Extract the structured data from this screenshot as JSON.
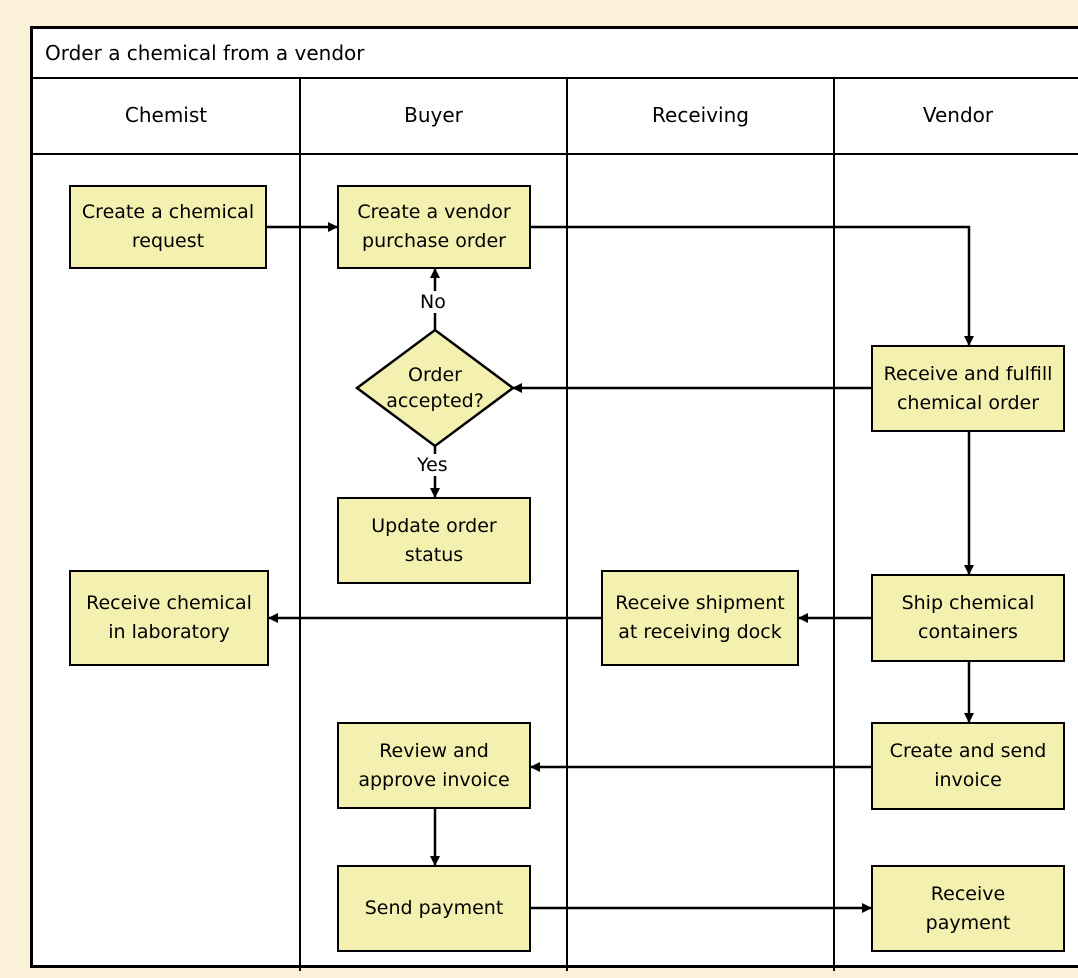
{
  "title": "Order a chemical from a vendor",
  "lanes": [
    "Chemist",
    "Buyer",
    "Receiving",
    "Vendor"
  ],
  "nodes": {
    "create_request": "Create a chemical\nrequest",
    "create_po": "Create a vendor\npurchase order",
    "order_accepted": "Order\naccepted?",
    "update_status": "Update order\nstatus",
    "receive_in_lab": "Receive chemical\nin laboratory",
    "receive_shipment": "Receive shipment\nat receiving dock",
    "fulfill_order": "Receive and fulfill\nchemical order",
    "ship_containers": "Ship chemical\ncontainers",
    "create_invoice": "Create and send\ninvoice",
    "review_invoice": "Review and\napprove invoice",
    "send_payment": "Send payment",
    "receive_payment": "Receive\npayment"
  },
  "edge_labels": {
    "no": "No",
    "yes": "Yes"
  },
  "colors": {
    "box_fill": "#f4f1b0",
    "page_background": "#fbf0d8",
    "line": "#000000"
  }
}
